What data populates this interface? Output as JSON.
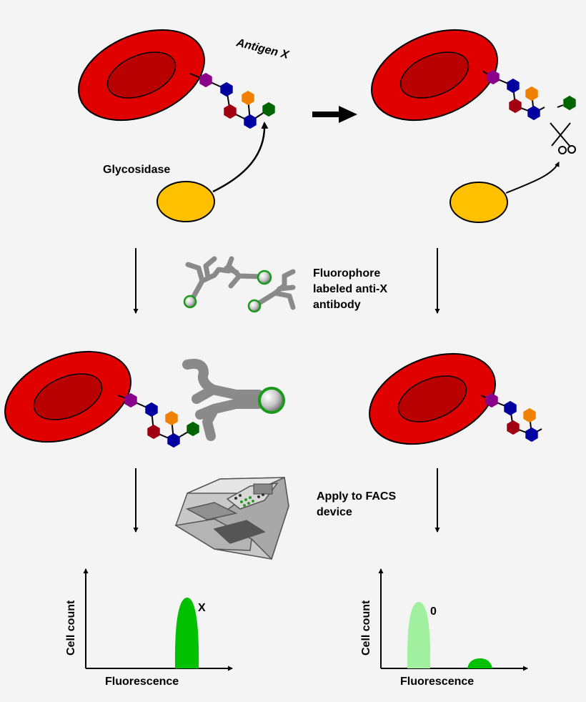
{
  "labels": {
    "antigen": "Antigen X",
    "enzyme": "Glycosidase",
    "antibody_line1": "Fluorophore",
    "antibody_line2": "labeled anti-X",
    "antibody_line3": "antibody",
    "facs_line1": "Apply to FACS",
    "facs_line2": "device"
  },
  "plots": [
    {
      "ylabel": "Cell count",
      "xlabel": "Fluorescence",
      "peak_label": "X"
    },
    {
      "ylabel": "Cell count",
      "xlabel": "Fluorescence",
      "peak_label": "0"
    }
  ],
  "colors": {
    "cell_outer": "#e00000",
    "cell_inner": "#b80000",
    "enzyme": "#ffc000",
    "sugar_purple": "#8b008b",
    "sugar_blue": "#0000a0",
    "sugar_red": "#a00010",
    "sugar_orange": "#f08000",
    "sugar_green": "#006400",
    "peak_bright": "#00c000",
    "peak_pale": "#a0f0a0"
  }
}
